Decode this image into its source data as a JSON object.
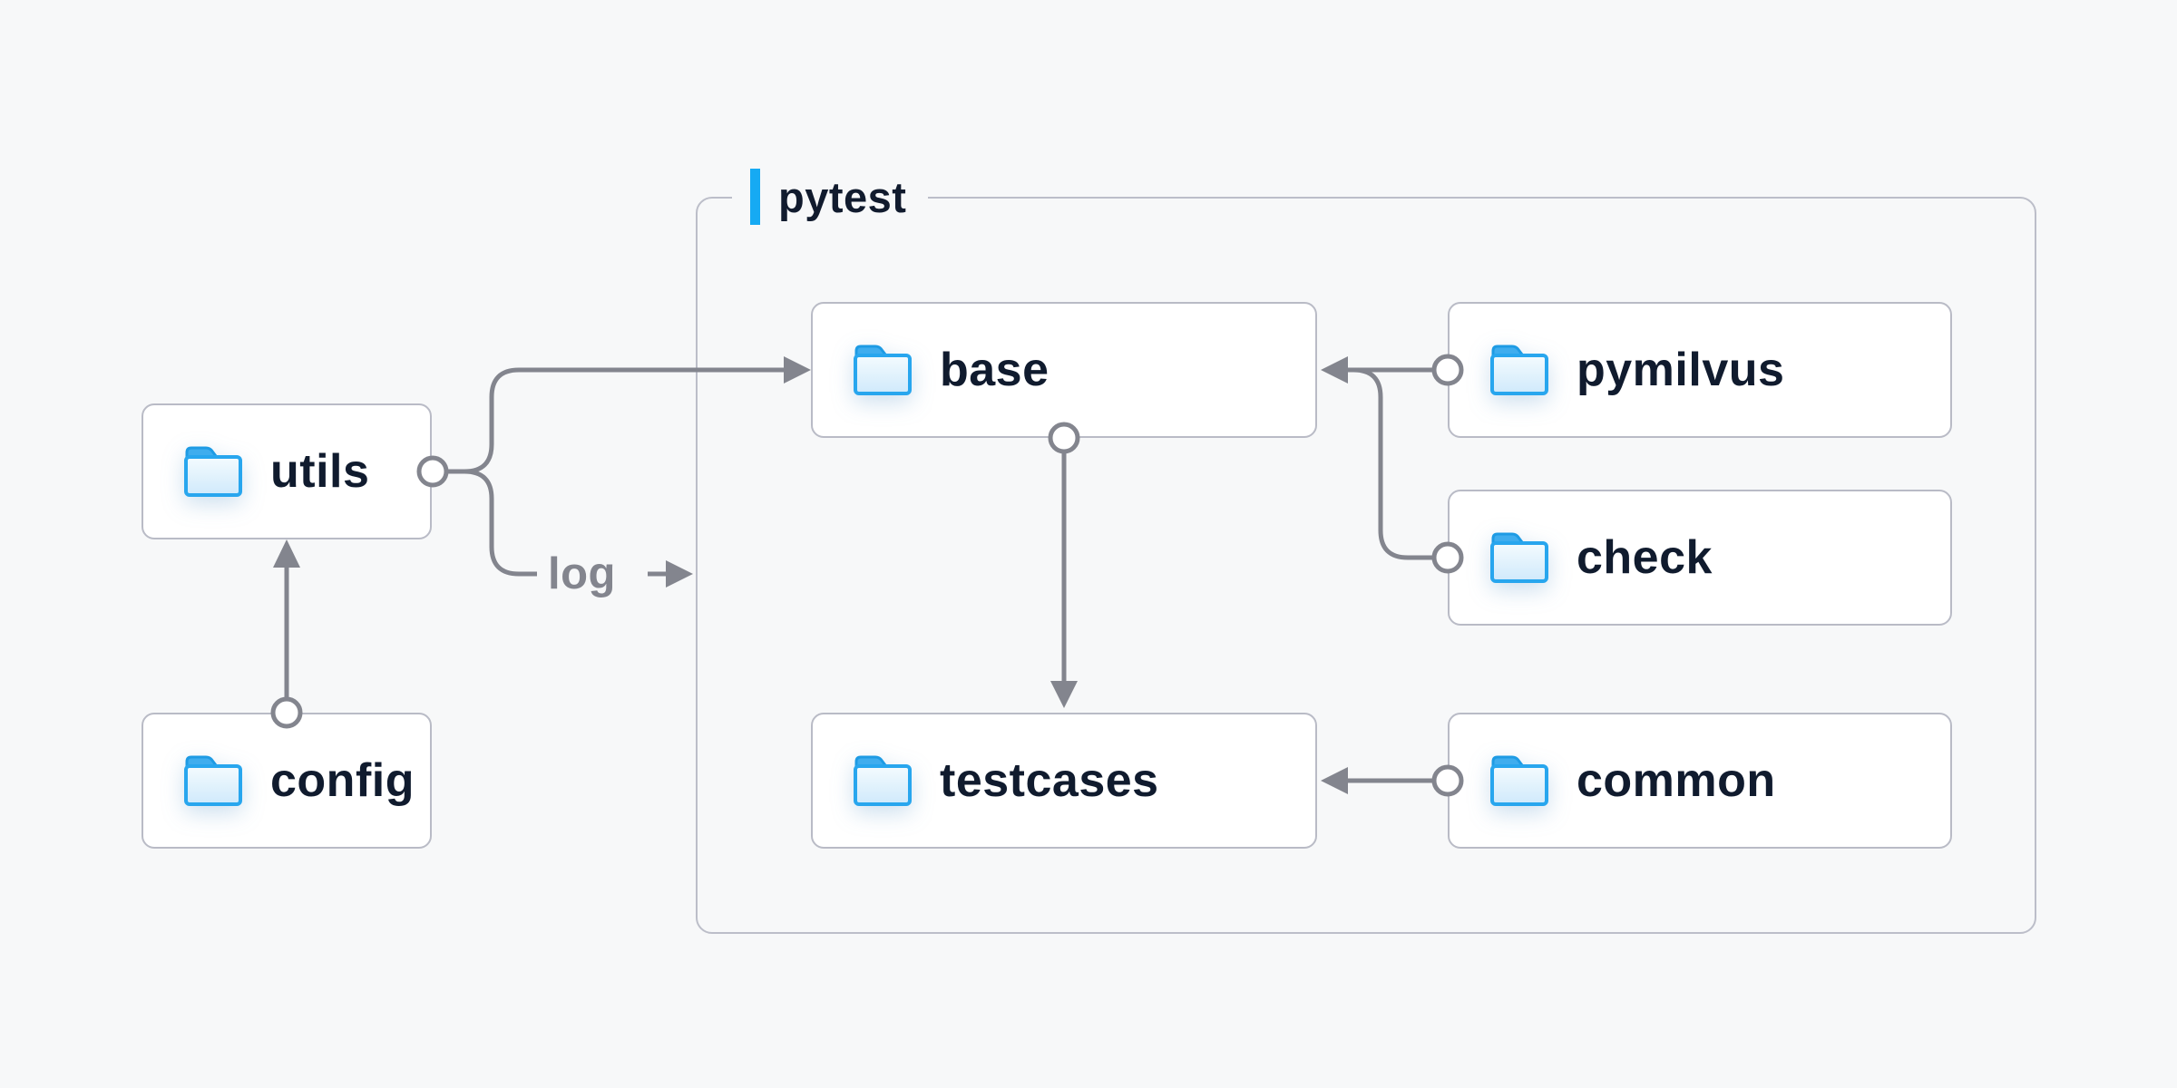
{
  "diagram": {
    "container": {
      "label": "pytest"
    },
    "nodes": [
      {
        "id": "utils",
        "label": "utils"
      },
      {
        "id": "config",
        "label": "config"
      },
      {
        "id": "base",
        "label": "base"
      },
      {
        "id": "testcases",
        "label": "testcases"
      },
      {
        "id": "pymilvus",
        "label": "pymilvus"
      },
      {
        "id": "check",
        "label": "check"
      },
      {
        "id": "common",
        "label": "common"
      }
    ],
    "edge_label": "log",
    "edges": [
      {
        "from": "config",
        "to": "utils"
      },
      {
        "from": "utils",
        "to": "base"
      },
      {
        "from": "utils",
        "to": "log"
      },
      {
        "from": "base",
        "to": "testcases"
      },
      {
        "from": "pymilvus",
        "to": "base"
      },
      {
        "from": "check",
        "to": "base"
      },
      {
        "from": "common",
        "to": "testcases"
      }
    ],
    "colors": {
      "background": "#f7f8f9",
      "node_background": "#ffffff",
      "node_border": "#b9bbc6",
      "container_border": "#bcbec9",
      "connector": "#83858e",
      "accent_blue": "#16aaf3",
      "folder_blue": "#28a6ee",
      "text": "#101b2e",
      "muted_text": "#83858e"
    }
  }
}
